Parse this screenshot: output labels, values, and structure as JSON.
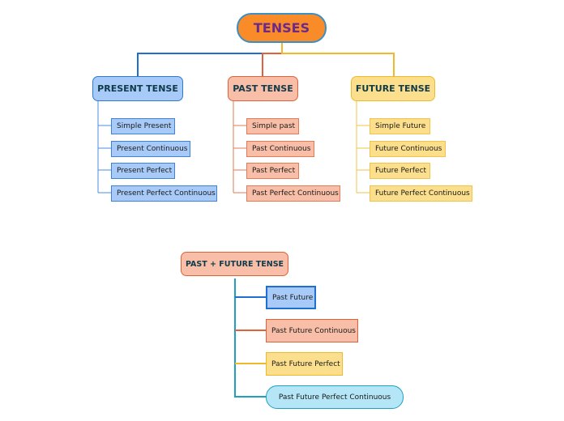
{
  "root": {
    "label": "TENSES"
  },
  "categories": [
    {
      "label": "PRESENT TENSE",
      "color": "#2e79d3",
      "items": [
        "Simple Present",
        "Present Continuous",
        "Present Perfect",
        "Present Perfect Continuous"
      ]
    },
    {
      "label": "PAST TENSE",
      "color": "#e0613a",
      "items": [
        "Simple past",
        "Past Continuous",
        "Past Perfect",
        "Past Perfect Continuous"
      ]
    },
    {
      "label": "FUTURE TENSE",
      "color": "#f1b92a",
      "items": [
        "Simple Future",
        "Future Continuous",
        "Future Perfect",
        "Future Perfect Continuous"
      ]
    }
  ],
  "past_future": {
    "label": "PAST + FUTURE TENSE",
    "connector_color": "#1fa0c0",
    "items": [
      {
        "label": "Past Future",
        "color": "#1f6fd1"
      },
      {
        "label": "Past Future Continuous",
        "color": "#e0613a"
      },
      {
        "label": "Past Future Perfect",
        "color": "#f1b92a"
      },
      {
        "label": "Past Future Perfect Continuous",
        "color": "#1fa0c0"
      }
    ]
  }
}
